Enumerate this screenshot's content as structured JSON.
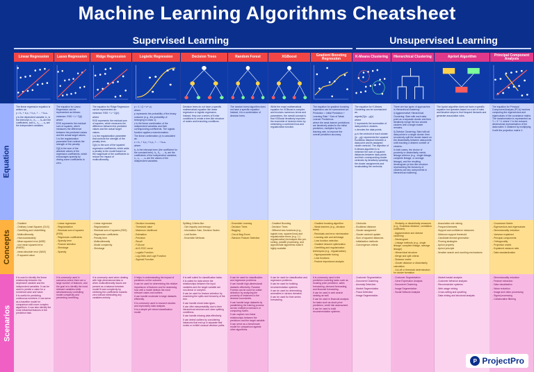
{
  "title": "Machine Learning Algorithms Cheatsheet",
  "sections": {
    "supervised": "Supervised Learning",
    "unsupervised": "Unsupervised Learning"
  },
  "row_labels": {
    "equation": "Equation",
    "concepts": "Concepts",
    "scenarios": "Scenarios"
  },
  "columns": [
    {
      "name": "Linear Regression",
      "group": "sup",
      "equation": [
        "The linear regression equation is written as:",
        "y = b₀ + b₁x₁ + b₂x₂ + ... + bₙxₙ",
        "y is the dependent variable, b₀ is the intercept, b₁, b₂, ..., bₙ are the coefficients, and x₁, x₂, ..., xₙ are the independent variables."
      ],
      "concepts": [
        "- Gradient",
        "- Ordinary Least Squares (OLS)",
        "- Overfitting and Underfitting",
        "- Multicollinearity",
        "- Homoscedasticity",
        "- Mean squared error (MSE)",
        "- root mean squared error (RMSE)",
        "- mean absolute error (MAE)",
        "- R-squared value"
      ],
      "scenarios": [
        "It is used to identify the linear relationship between the dependent variable and the independent variables. It can be used to predict a value for a numerical case and value.",
        "It is useful for predicting continuous numbers. It can serve as a baseline model for comparison with more complex algorithms. It can also identify the most influential features in the prediction task."
      ]
    },
    {
      "name": "Lasso Regression",
      "group": "sup",
      "equation": [
        "The equation for Lasso Regression can be represented as follows:",
        "minimize: RSS + λ * Σ|β|",
        "where",
        "RSS represents the residual sum of squares, which measures the difference between the predicted values and the actual target values.",
        "λ is the regularization parameter that controls the strength of the penalty.",
        "Σ|β| is the sum of the absolute values of the regression coefficients, which encourages sparsity by driving some coefficients to zero."
      ],
      "concepts": [
        "- Linear regression",
        "- Regularization",
        "- Residual sum of squares (RSS)",
        "- Regression coefficients",
        "- Sparsity term",
        "- Feature selection",
        "- Shrinkage",
        "- Sparsity"
      ],
      "scenarios": [
        "It is commonly used in scenarios where there are a large number of features, and the goal is to identify the most relevant variables while simultaneously controlling model complexity and preventing overfitting."
      ]
    },
    {
      "name": "Ridge Regression",
      "group": "sup",
      "equation": [
        "The equation for Ridge Regression can be represented as:",
        "minimize: RSS + λ * Σ(β²)",
        "where",
        "RSS represents the residual sum of squares, which measures the difference between the predicted values and the actual target values.",
        "λ is the regularization parameter that controls the strength of the penalty term.",
        "Σ(β²) is the sum of the squared regression coefficients, which adds a penalty to the model based on the magnitude of the coefficients to reduce the impact of multicollinearity."
      ],
      "concepts": [
        "- Linear regression",
        "- Regularization",
        "- Residual sum of squares (RSS)",
        "- Regression coefficients",
        "- Penalty term",
        "- Multicollinearity",
        "- Model complexity",
        "- Shrinkage"
      ],
      "scenarios": [
        "It is commonly used when dealing with high-dimensional data or when multicollinearity issues are present as a balance between model fit and complexity by shrinking the coefficients towards zero without eliminating any variables entirely."
      ]
    },
    {
      "name": "Logistic Regression",
      "group": "sup",
      "equation": [
        "p = 1 / (1 + e^-z)",
        "where",
        "p represents the probability of the binary outcome (e.g., the probability of belonging to class 1).",
        "z is the linear combination of the independent variables and their corresponding coefficients. The logistic function applies a transformation.",
        "The linear combination (z) is calculated as:",
        "z = b₀ + b₁x₁ + b₂x₂ + ... + bₙxₙ",
        "where",
        "b₀ is the intercept term (the coefficient for the constant term). b₁, b₂, ..., bₙ are the coefficients of the independent variables. x₁, x₂, ..., xₙ are the values of the independent variables."
      ],
      "concepts": [
        "- Decision boundary",
        "- Threshold value",
        "- Maximum Likelihood",
        "- Estimation",
        "- Precision",
        "- Recall",
        "- F1Score",
        "- AUC-ROC curve",
        "- Logistic Function",
        "- Log-Odds and Logit Function",
        "- Sigmoid Function"
      ],
      "scenarios": [
        "It helps in understanding the impact of predictors on the outcome.",
        "It can be used for determining the relative importance of features and for assessing how well a model detects the most relevant cases and outliers.",
        "It can handle moderate to large datasets efficiently.",
        "It is commonly used in research studies and exploratory data analysis.",
        "It is a simple yet robust classification model."
      ]
    },
    {
      "name": "Decision Trees",
      "group": "sup",
      "equation": [
        "Decision trees do not have a specific mathematical equation like linear regression or logistic regression. Instead, they use a series of if-else conditions to create a tree-like structure of nodes and branching conditions."
      ],
      "concepts": [
        "Splitting Criteria like:",
        "- Gini impurity and entropy",
        "- Information Gain, Decision Nodes",
        "- Leaf Nodes",
        "- Ensemble Methods"
      ],
      "scenarios": [
        "It is well suited for classification tasks.",
        "It is suited for data where the relationships between the input variables and the target variable are non-linear or complex.",
        "It can be used for feature selection by examining the splits and hierarchy of the tree.",
        "It can handle mixed data types.",
        "It can offer interpretability due to their hierarchical structure and clear splitting conditions.",
        "It can handle missing data effectively.",
        "It can detect outliers by considering instances that end up in separate leaf nodes or exhibit unusual decision paths."
      ]
    },
    {
      "name": "Random Forest",
      "group": "sup",
      "equation": [
        "The random forest algorithm does not have a specific equation. Instead, it is a combination of decision trees."
      ],
      "concepts": [
        "- Ensemble Learning",
        "- Decision Trees",
        "- Bagging",
        "- Out-of-Bag Errors",
        "- Random Feature Selection"
      ],
      "scenarios": [
        "It can be used for classification and regression problems.",
        "It can handle high-dimensional datasets effectively. Random Forests can be used for outlier detection by analyzing the proximity of instances to the decision boundaries.",
        "It can handle large datasets by parallelizing the training process across multiple processors or computing nodes.",
        "It can capture non-linear relationships between the predictors and the target variable.",
        "It can serve as a benchmark model for comparison against other algorithms."
      ]
    },
    {
      "name": "XGBoost",
      "group": "sup",
      "equation": [
        "While the exact mathematical equation for XGBoost is complex and involves numerous terms and parameters, the overall concept is that XGBoost iteratively improves the ensemble of decision trees by minimizing a combined loss and regularization function."
      ],
      "concepts": [
        "- Gradient Boosting",
        "- Decision Trees",
        "- Different loss functions (e.g., logistic loss, squared loss) and regularization terms (e.g., L1 regularization) techniques like pre-sorting, parallel processing, and approximate algorithms make it highly scalable."
      ],
      "scenarios": [
        "It can be used for classification and regression problems.",
        "It can be used for building recommendation systems.",
        "It can be used for determining anomalies in various domains.",
        "It can be used for time series forecasting."
      ]
    },
    {
      "name": "Gradient Boosting Regression",
      "group": "sup",
      "equation": [
        "The equation for gradient boosting regression can be summarized as:",
        "Prediction = Initial Prediction + Learning Rate * Sum of Weak Learner Predictions",
        "where the weak learner predictions are iteratively added to the initial prediction, multiplied by the learning rate, to improve the overall prediction accuracy."
      ],
      "concepts": [
        "- Gradient boosting algorithm",
        "- Weak learners (e.g., decision trees)",
        "- Residuals and error minimization",
        "- Learning rate and shrinkage",
        "- Loss function selection",
        "- Gradient descent optimization",
        "- Overfitting and regularization techniques (e.g., regularization)",
        "- Hyperparameter tuning",
        "- Loss functions",
        "- Feature importance analysis"
      ],
      "scenarios": [
        "It is commonly used in the predictive modeling tasks such as housing price prediction, sales forecasting, demand forecasting, and financial forecasting.",
        "It can be used in web search ranking as well.",
        "It can be used in financial analysis for tasks such as stock price prediction, credit risk assessment.",
        "It can be used to build recommendation systems."
      ]
    },
    {
      "name": "K-Means Clustering",
      "group": "uns",
      "equation": [
        "The equation for K-Means Clustering can be summarized as:",
        "argmin(Σ||xᵢ - μⱼ||²)",
        "where",
        "Σ represents the summation of data points in clusters.",
        "xᵢ denotes the data points.",
        "μⱼ is the centroid of each cluster.",
        "||xᵢ - μⱼ||² represents the squared Euclidean distance between a data point and its assigned cluster centroid. The objective of K-Means algorithm is to minimize the sum of squared distances between data points and their corresponding cluster centroids by iteratively updating the cluster assignments and recalculating the centroids."
      ],
      "concepts": [
        "- Centroids",
        "- Euclidean distance",
        "- Cluster assignment",
        "- Cluster centroid update",
        "- Sum of squared distances",
        "- Initialization methods",
        "- Convergence criteria"
      ],
      "scenarios": [
        "- Customer Segmentation",
        "- Document Clustering",
        "- Anomaly Detection",
        "- Market Segmentation",
        "- Fraud Detection",
        "- Image Segmentation"
      ]
    },
    {
      "name": "Hierarchical Clustering",
      "group": "uns",
      "equation": [
        "There are two types of approaches in Hierarchical clustering:",
        "i) Agglomerative Hierarchical Clustering: Start with each data point as a separate cluster and then iteratively merge the two closest clusters until a single cluster remains.",
        "ii) Divisive Clustering: Start with all data points in a single cluster, then recursively split the cluster based on the dissimilarity between data points until reaching a desired number of clusters.",
        "In both cases, the choice of proximity or dissimilarity metric, linkage criterion (e.g., single linkage, complete linkage, or average linkage), and the resulting dendrogram (a tree-like structure representing the hierarchy of clusters) are key components in hierarchical clustering."
      ],
      "concepts": [
        "- Similarity or dissimilarity measures (e.g., Euclidean distance, correlation coefficient)",
        "- Agglomerative and divisive clustering",
        "- Dendrogram",
        "- Linkage methods (e.g., single linkage, complete linkage, average linkage)",
        "- Hierarchical structure",
        "- Merge and split criteria",
        "- Distance matrix",
        "- Cluster distance or dissimilarity calculation",
        "- Cut-off or threshold determination for cluster formation"
      ],
      "scenarios": [
        "- Customer Segmentation",
        "- Gene Expression Analysis",
        "- Document Clustering",
        "- Image Segmentation",
        "- Social Network Analysis"
      ]
    },
    {
      "name": "Apriori Algorithm",
      "group": "uns",
      "equation": [
        "The Apriori algorithm does not have a specific equation but operates based on a set of rules and iterative steps to find frequent itemsets and generate association rules."
      ],
      "concepts": [
        "- Association rule mining",
        "- Frequent itemsets",
        "- Support and confidence measures",
        "- Minimum support threshold",
        "- Candidate itemset generation",
        "- Pruning strategies",
        "- Apriori property",
        "- Apriori principle",
        "- Iterative search and counting mechanisms"
      ],
      "scenarios": [
        "- Market basket analysis",
        "- Customer behavior analysis",
        "- Recommender systems",
        "- Web usage mining",
        "- Cross-selling and upselling",
        "- Data mining and structural analysis"
      ]
    },
    {
      "name": "Principal Component Analysis",
      "group": "uns",
      "equation": [
        "The equation for Principal Component Analysis (PCA) involves computing the eigenvectors and eigenvalues of the covariance matrix. The transformation is represented as Y = X * V, where Y is the reduced-dimensional representation of the data matrix X obtained by multiplying it with the projection matrix V."
      ],
      "concepts": [
        "- Covariance Matrix",
        "- Eigenvectors and eigenvalues",
        "- Dimensionality reduction",
        "- Variance explained",
        "- Principal components",
        "- Orthogonality",
        "- Projection matrix",
        "- Explained variance ratio",
        "- Data standardization"
      ],
      "scenarios": [
        "- Dimensionality reduction",
        "- Feature extraction",
        "- Data visualization",
        "- Noise reduction",
        "- Image and video processing",
        "- Signal processing",
        "- Collaborative filtering"
      ]
    }
  ],
  "logo": {
    "mark": "P",
    "text": "ProjectPro"
  }
}
